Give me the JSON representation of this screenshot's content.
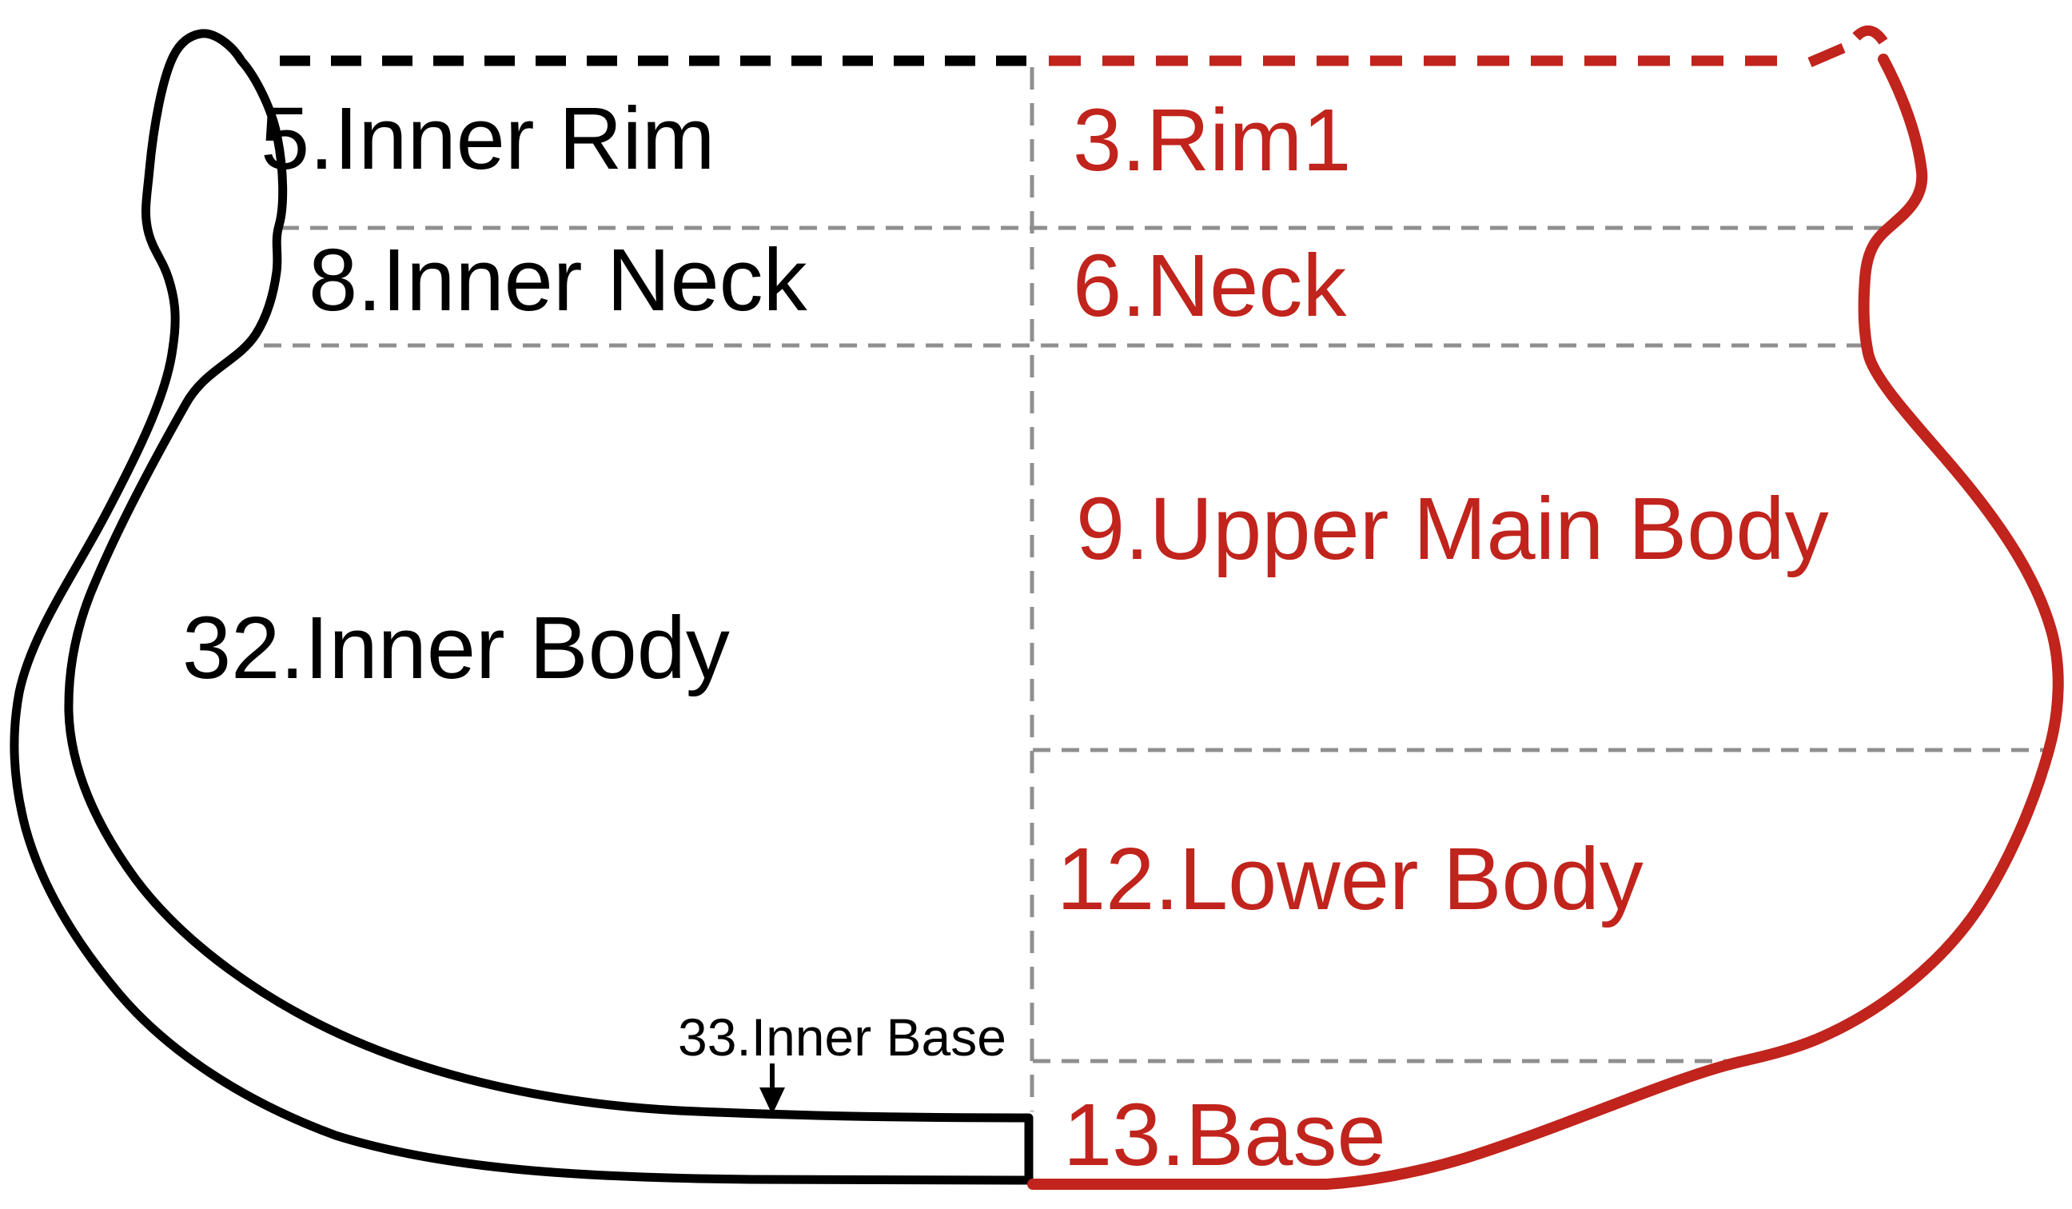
{
  "vessel": {
    "inner_profile": {
      "color": "#000000",
      "sections": [
        {
          "label": "5.Inner Rim"
        },
        {
          "label": "8.Inner Neck"
        },
        {
          "label": "32.Inner Body"
        },
        {
          "label": "33.Inner Base"
        }
      ]
    },
    "outer_profile": {
      "color": "#c0241c",
      "sections": [
        {
          "label": "3.Rim1"
        },
        {
          "label": "6.Neck"
        },
        {
          "label": "9.Upper Main Body"
        },
        {
          "label": "12.Lower Body"
        },
        {
          "label": "13.Base"
        }
      ]
    },
    "divider_color": "#8f8f8f"
  }
}
